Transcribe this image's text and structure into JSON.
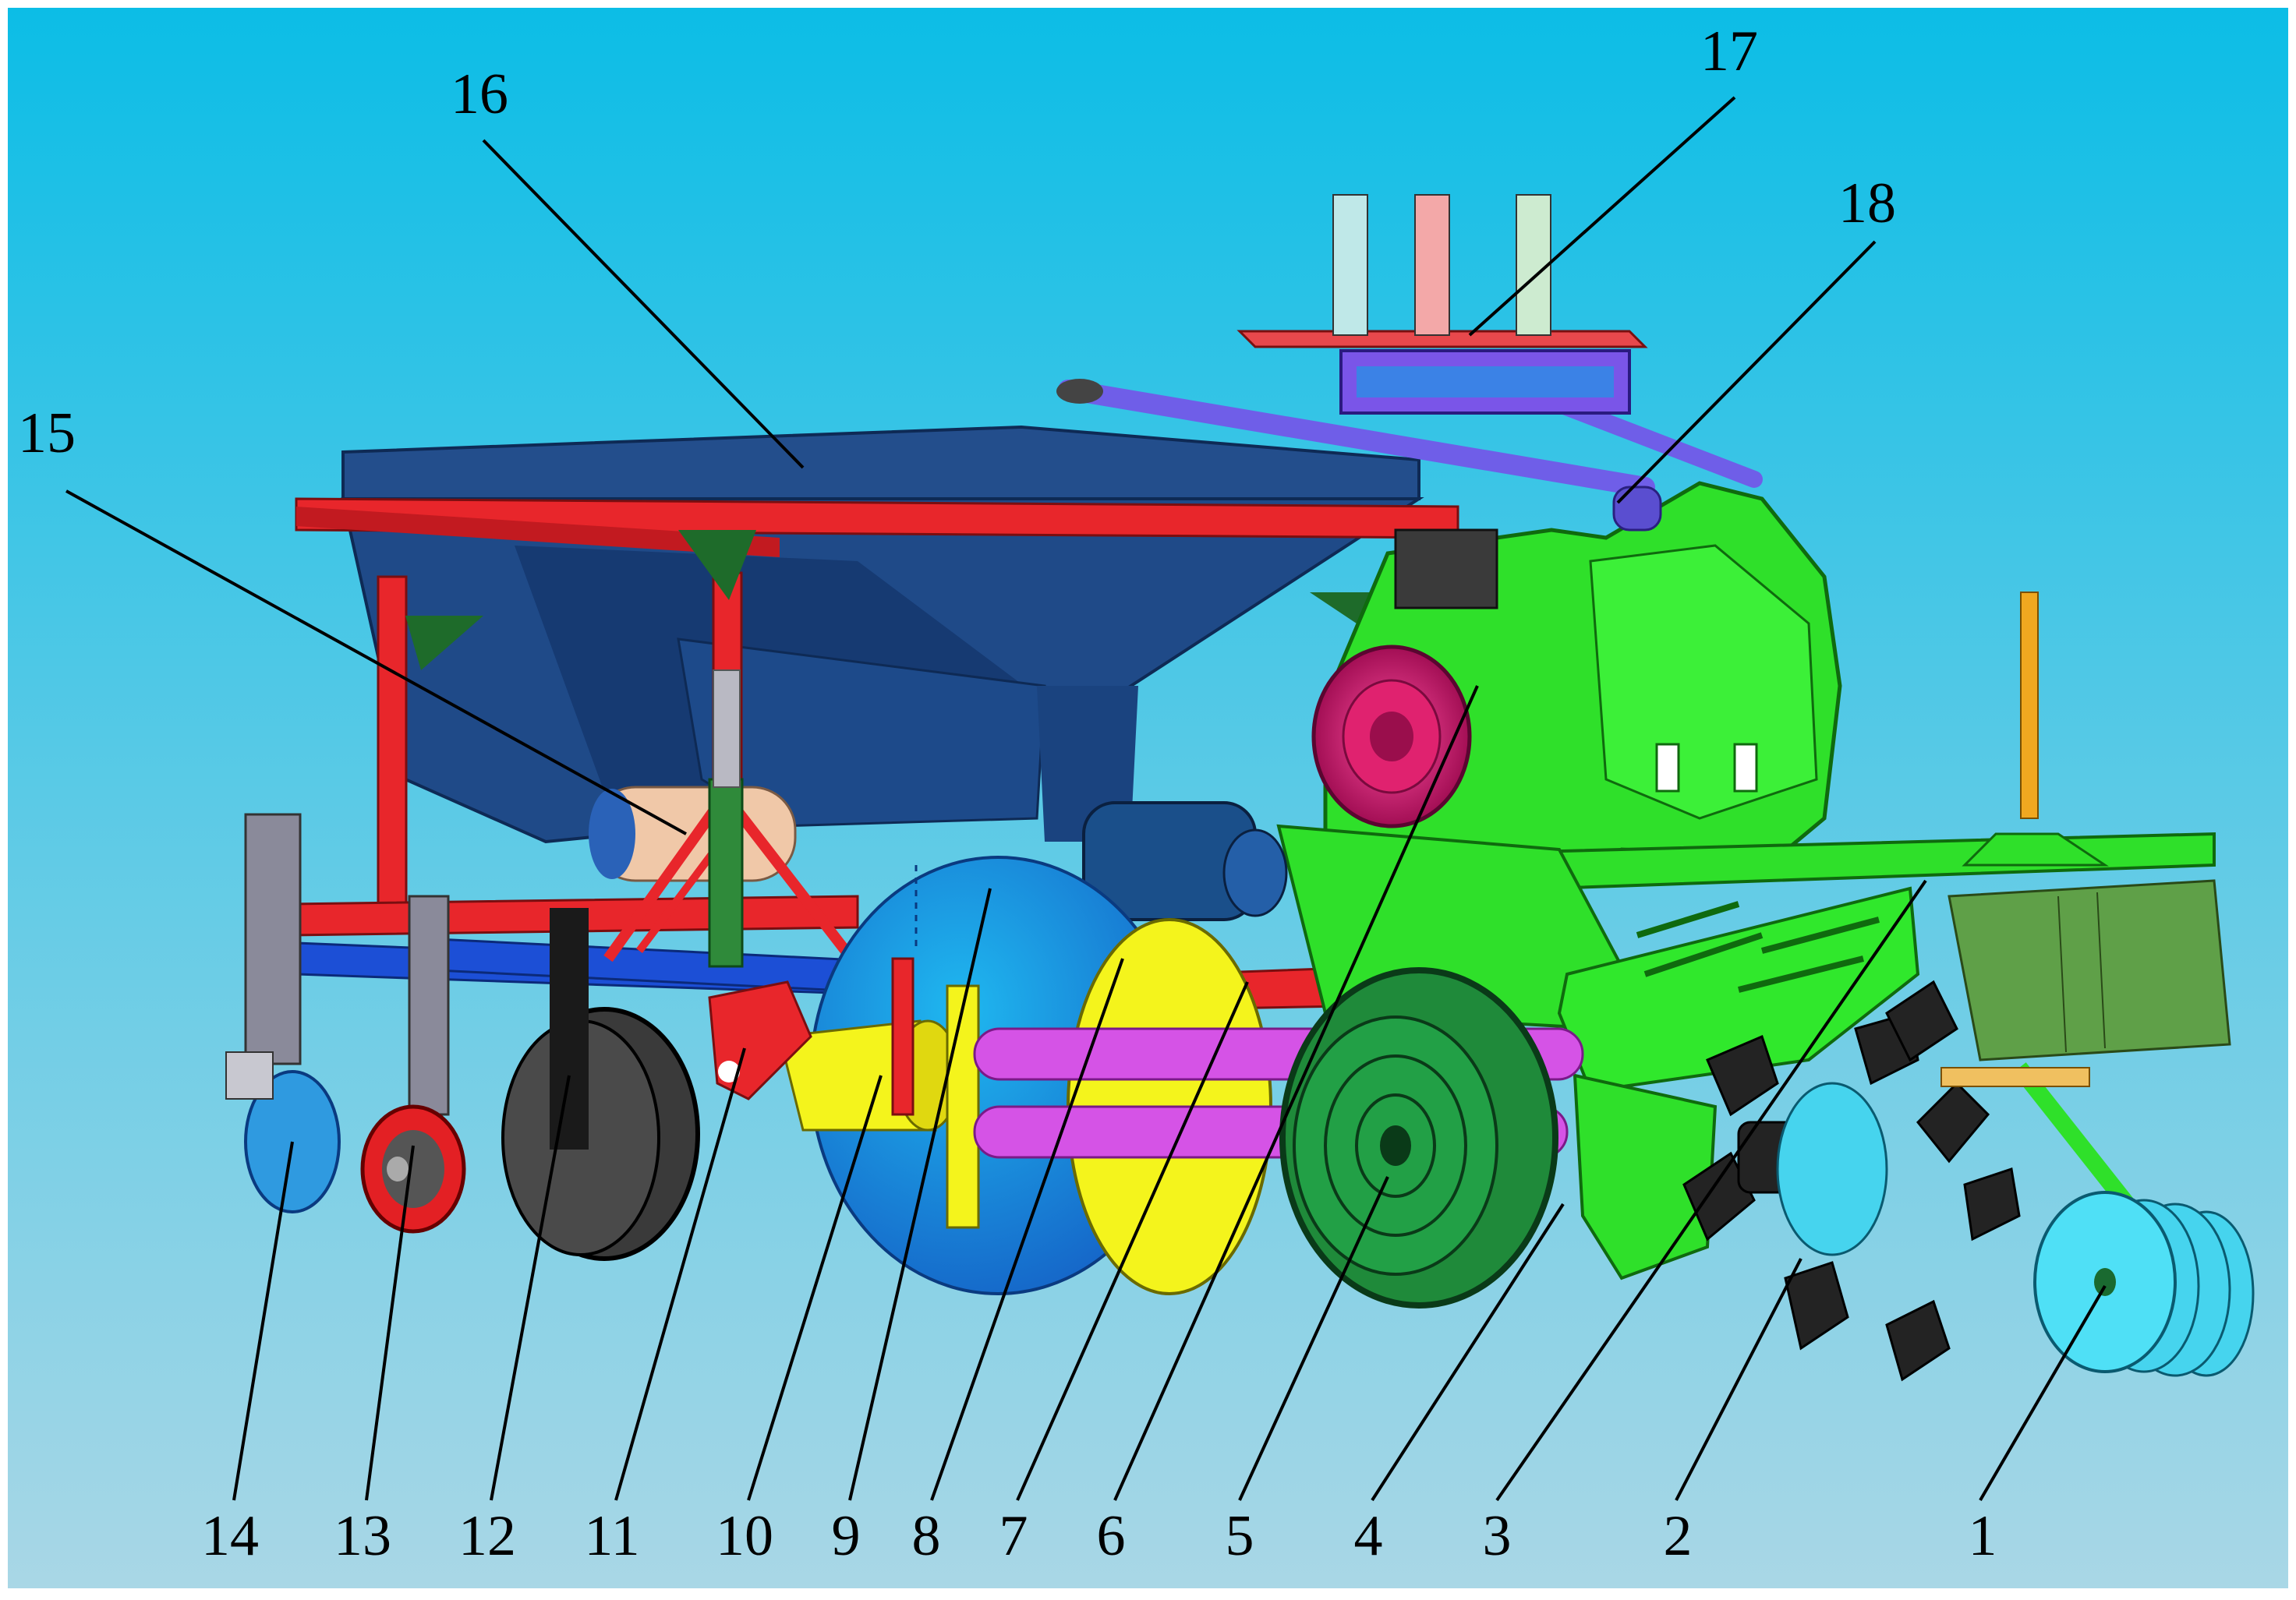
{
  "figure": {
    "background_top": "#0cbde6",
    "background_bottom": "#a9d7e6",
    "callout_line_color": "#000000"
  },
  "callouts": [
    {
      "id": "1",
      "label": "1"
    },
    {
      "id": "2",
      "label": "2"
    },
    {
      "id": "3",
      "label": "3"
    },
    {
      "id": "4",
      "label": "4"
    },
    {
      "id": "5",
      "label": "5"
    },
    {
      "id": "6",
      "label": "6"
    },
    {
      "id": "7",
      "label": "7"
    },
    {
      "id": "8",
      "label": "8"
    },
    {
      "id": "9",
      "label": "9"
    },
    {
      "id": "10",
      "label": "10"
    },
    {
      "id": "11",
      "label": "11"
    },
    {
      "id": "12",
      "label": "12"
    },
    {
      "id": "13",
      "label": "13"
    },
    {
      "id": "14",
      "label": "14"
    },
    {
      "id": "15",
      "label": "15"
    },
    {
      "id": "16",
      "label": "16"
    },
    {
      "id": "17",
      "label": "17"
    },
    {
      "id": "18",
      "label": "18"
    }
  ],
  "part_colors": {
    "hopper": "#1f4f8f",
    "frame": "#e8262b",
    "engine_body": "#2fe02a",
    "chassis_bar": "#1c4fd6",
    "disc": "#1b7fd8",
    "roller": "#f4f41c",
    "pipes": "#d553e6",
    "drive_wheel": "#1f8a3a",
    "rotary_tiller": "#1e1e1e",
    "rear_press_wheel": "#3a3a3a",
    "red_wheel": "#e32024",
    "front_press_wheel": "#46d4ee",
    "handle": "#6f5ee8",
    "pulley": "#d0186a",
    "motor": "#1a4f8a",
    "mudguard": "#5fa048"
  }
}
